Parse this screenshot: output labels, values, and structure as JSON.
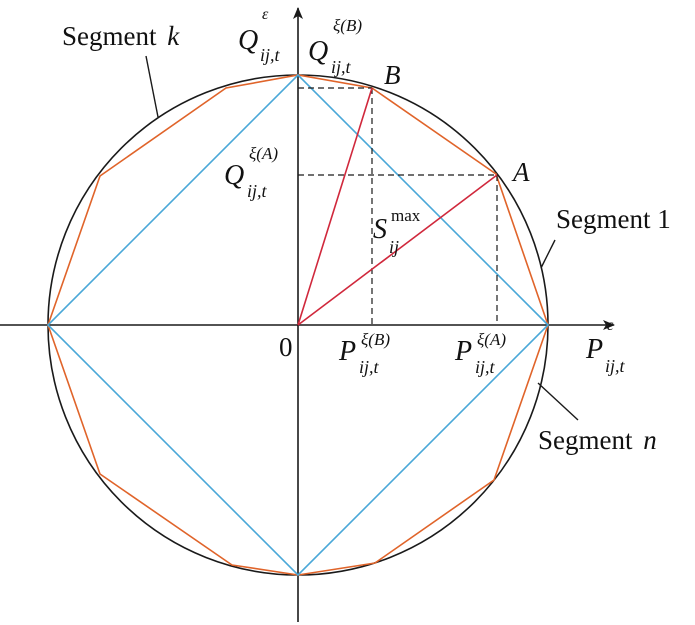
{
  "labels": {
    "segment_k": {
      "word": "Segment",
      "var": "k"
    },
    "segment_1": {
      "word": "Segment 1"
    },
    "segment_n": {
      "word": "Segment",
      "var": "n"
    },
    "origin": "0",
    "point_a": "A",
    "point_b": "B",
    "q_axis": {
      "base": "Q",
      "sub": "ij,t",
      "sup": "ε"
    },
    "p_axis": {
      "base": "P",
      "sub": "ij,t",
      "sup": "ε"
    },
    "q_b": {
      "base": "Q",
      "sub": "ij,t",
      "sup": "ξ(B)"
    },
    "q_a": {
      "base": "Q",
      "sub": "ij,t",
      "sup": "ξ(A)"
    },
    "p_b": {
      "base": "P",
      "sub": "ij,t",
      "sup": "ξ(B)"
    },
    "p_a": {
      "base": "P",
      "sub": "ij,t",
      "sup": "ξ(A)"
    },
    "s_max": {
      "base": "S",
      "sub": "ij",
      "sup": "max"
    }
  },
  "colors": {
    "circle": "#1a1a1a",
    "axes": "#1a1a1a",
    "polygon_fine": "#e0642a",
    "polygon_square": "#4aa8d8",
    "vectors": "#d0283c",
    "guides": "#1a1a1a"
  }
}
